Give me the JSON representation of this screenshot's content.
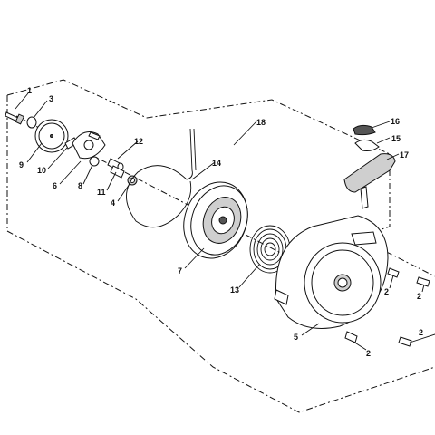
{
  "callouts": [
    {
      "id": "c1",
      "text": "1"
    },
    {
      "id": "c3",
      "text": "3"
    },
    {
      "id": "c9",
      "text": "9"
    },
    {
      "id": "c10",
      "text": "10"
    },
    {
      "id": "c6",
      "text": "6"
    },
    {
      "id": "c8",
      "text": "8"
    },
    {
      "id": "c11",
      "text": "11"
    },
    {
      "id": "c4",
      "text": "4"
    },
    {
      "id": "c12",
      "text": "12"
    },
    {
      "id": "c14",
      "text": "14"
    },
    {
      "id": "c18",
      "text": "18"
    },
    {
      "id": "c7",
      "text": "7"
    },
    {
      "id": "c13",
      "text": "13"
    },
    {
      "id": "c16",
      "text": "16"
    },
    {
      "id": "c15",
      "text": "15"
    },
    {
      "id": "c17",
      "text": "17"
    },
    {
      "id": "c5",
      "text": "5"
    },
    {
      "id": "c2a",
      "text": "2"
    },
    {
      "id": "c2b",
      "text": "2"
    },
    {
      "id": "c2c",
      "text": "2"
    },
    {
      "id": "c2d",
      "text": "2"
    }
  ]
}
